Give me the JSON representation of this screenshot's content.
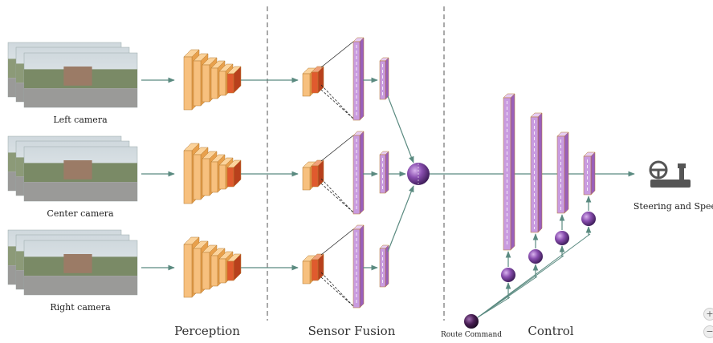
{
  "cameras": [
    {
      "label": "Left camera"
    },
    {
      "label": "Center camera"
    },
    {
      "label": "Right camera"
    }
  ],
  "stages": {
    "perception": "Perception",
    "fusion": "Sensor Fusion",
    "control": "Control"
  },
  "route_command": "Route Command",
  "output": "Steering and Speed",
  "colors": {
    "arrow": "#5a8a80",
    "conv_face": "#f7c07e",
    "conv_side": "#e8a04c",
    "conv_dark": "#e05a2e",
    "fc_face": "#c99be0",
    "fc_side": "#9a5fba",
    "node": "#6a3a8a",
    "divider": "#555555"
  },
  "zoom": {
    "in": "+",
    "out": "−"
  }
}
